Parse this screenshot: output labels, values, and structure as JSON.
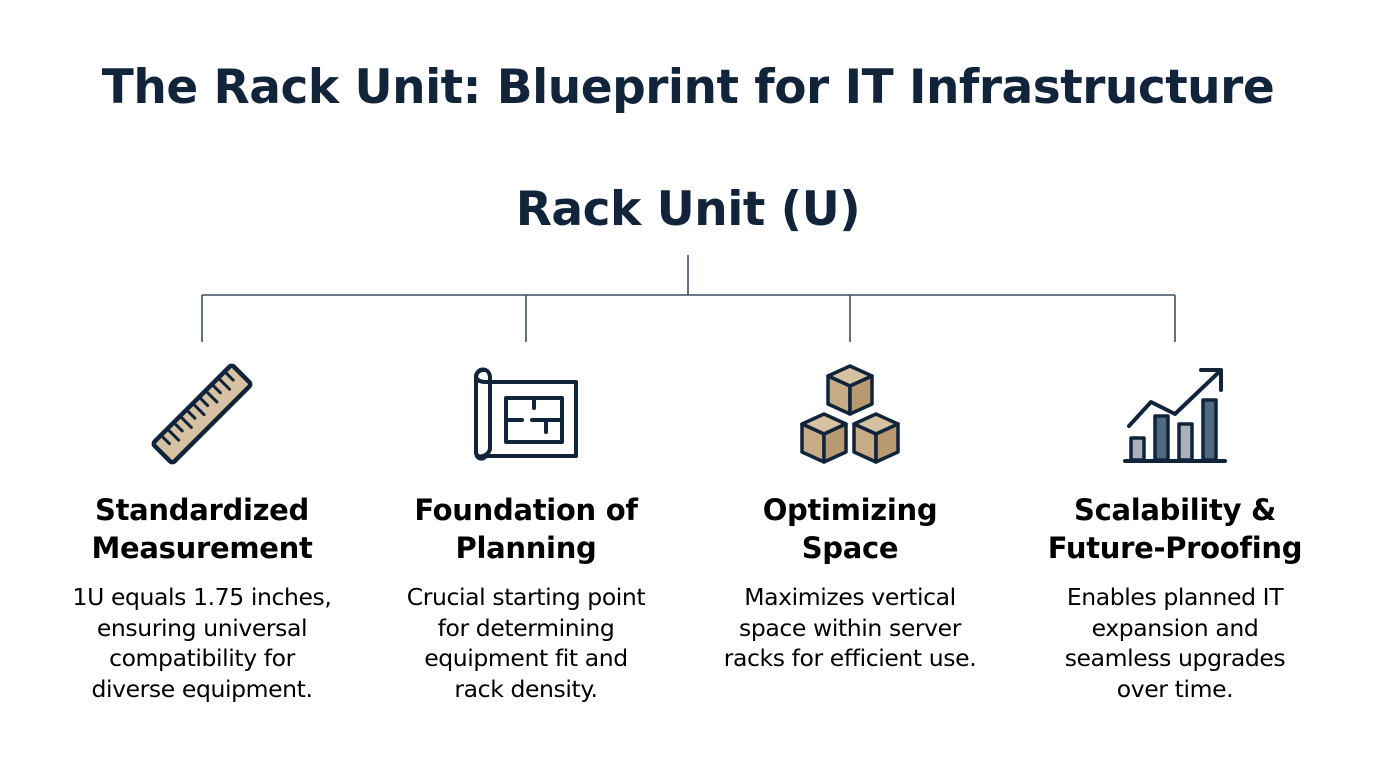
{
  "title": "The Rack Unit: Blueprint for IT Infrastructure",
  "root": {
    "label": "Rack Unit (U)"
  },
  "colors": {
    "navy": "#11243a",
    "line": "#3b4f63",
    "tan": "#d6c2a2",
    "box_tan": "#c7ab87",
    "bar_gray": "#a9b2bb",
    "bar_slate": "#4f6a82"
  },
  "branches": [
    {
      "icon": "ruler-icon",
      "heading_lines": [
        "Standardized",
        "Measurement"
      ],
      "desc_lines": [
        "1U equals 1.75 inches,",
        "ensuring universal",
        "compatibility for",
        "diverse equipment."
      ]
    },
    {
      "icon": "blueprint-icon",
      "heading_lines": [
        "Foundation of",
        "Planning"
      ],
      "desc_lines": [
        "Crucial starting point",
        "for determining",
        "equipment fit and",
        "rack density."
      ]
    },
    {
      "icon": "boxes-icon",
      "heading_lines": [
        "Optimizing",
        "Space"
      ],
      "desc_lines": [
        "Maximizes vertical",
        "space within server",
        "racks for efficient use."
      ]
    },
    {
      "icon": "growth-chart-icon",
      "heading_lines": [
        "Scalability &",
        "Future-Proofing"
      ],
      "desc_lines": [
        "Enables planned IT",
        "expansion and",
        "seamless upgrades",
        "over time."
      ]
    }
  ]
}
